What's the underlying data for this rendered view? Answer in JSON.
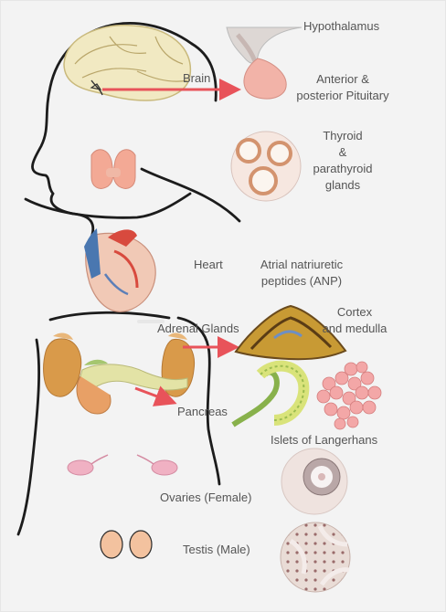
{
  "labels": {
    "hypothalamus": "Hypothalamus",
    "brain": "Brain",
    "pituitary": "Anterior &\nposterior Pituitary",
    "thyroid": "Thyroid\n&\nparathyroid\nglands",
    "heart": "Heart",
    "anp": "Atrial natriuretic\npeptides (ANP)",
    "adrenal": "Adrenal Glands",
    "cortex": "Cortex\nand medulla",
    "pancreas": "Pancreas",
    "islets": "Islets of Langerhans",
    "ovaries": "Ovaries (Female)",
    "testis": "Testis (Male)"
  },
  "colors": {
    "arrow": "#e8535a",
    "outline": "#1c1c1c",
    "text": "#555555"
  },
  "icons": [
    "brain-icon",
    "hypothalamus-icon",
    "pituitary-icon",
    "thyroid-icon",
    "thyroid-section-icon",
    "heart-icon",
    "kidney-icon",
    "adrenal-section-icon",
    "pancreas-icon",
    "islets-icon",
    "ovary-icon",
    "ovary-section-icon",
    "testis-icon",
    "testis-section-icon"
  ]
}
